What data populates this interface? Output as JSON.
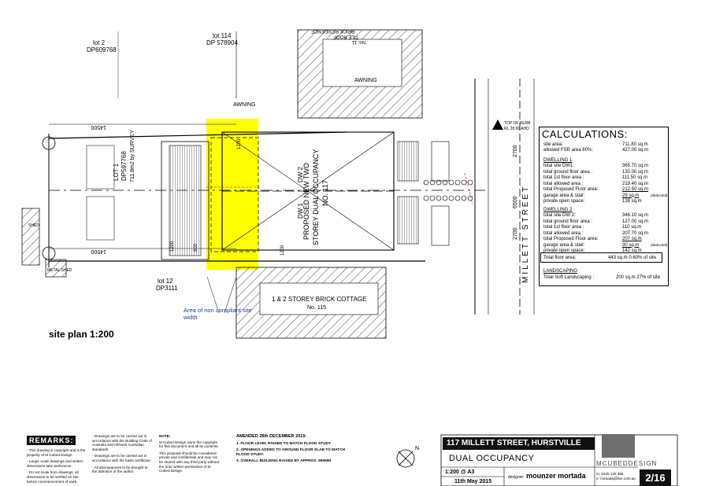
{
  "plan": {
    "lot_labels": {
      "lot2": "lot 2",
      "lot2_dp": "DP609768",
      "lot114": "lot 114",
      "lot114_dp": "DP 578904",
      "lot1": "LOT 1",
      "lot1_dp": "DP597768",
      "lot1_area": "711.8m2 by SURVEY",
      "lot12": "lot 12",
      "lot12_dp": "DP3111"
    },
    "brick_residence": "BRICK RESIDENCE",
    "tile_roof": "TILE ROOF",
    "no11": "No. 11",
    "awning_top": "AWNING",
    "awning_left": "AWNING",
    "cottage": "1 & 2 STOREY BRICK COTTAGE",
    "no115": "No. 115",
    "shed": "SHED",
    "metal_shed": "METAL SHED",
    "building_label1": "PROPOSED NEW TWO",
    "building_label2": "STOREY DUAL OCCUPANCY",
    "building_label3": "NO. 117",
    "dw1": "DW 1",
    "dw2": "DW 2",
    "street": "MILLETT STREET",
    "dim_top": "14500",
    "dim_bottom": "14500",
    "dim_street_total": "6500",
    "dim_street_a": "2700",
    "dim_street_b": "2700",
    "setback_1200a": "1200",
    "setback_1200b": "1200",
    "setback_1200c": "1200",
    "setback_900": "900",
    "top_of_kerb": "TOP OF KERB",
    "rl": "RL 28.96 AHD"
  },
  "annotation": {
    "note": "Area of non compliant site width",
    "highlight_color": "#ffff00"
  },
  "site_plan_label": "site plan  1:200",
  "calculations": {
    "title": "CALCULATIONS:",
    "site_area_label": "site area:",
    "site_area": "711.80 sq.m",
    "allowed_fsr_label": "allowed FSR area 60%:",
    "allowed_fsr": "427.00 sq.m",
    "dwelling1": {
      "heading": "DWELLING 1",
      "rows": [
        {
          "label": "total site DW1:",
          "value": "365.70 sq.m"
        },
        {
          "label": "total ground floor area :",
          "value": "130.00 sq.m"
        },
        {
          "label": "total 1st floor area :",
          "value": "111.50 sq.m"
        },
        {
          "label": "total allowed area :",
          "value": "219.40 sq.m"
        },
        {
          "label": "total Proposed Floor area:",
          "value": "212.50 sq.m"
        },
        {
          "label": "garage area & stair:",
          "value": "29 sq.m"
        },
        {
          "label": "private open space:",
          "value": "138 sq.m"
        }
      ],
      "deducted": "(deducted)"
    },
    "dwelling2": {
      "heading": "DWELLING 2",
      "rows": [
        {
          "label": "total site DW 2:",
          "value": "346.10 sq.m"
        },
        {
          "label": "total ground floor area :",
          "value": "127.00 sq.m"
        },
        {
          "label": "total 1st floor area :",
          "value": "110 sq.m"
        },
        {
          "label": "total allowed area :",
          "value": "207.70 sq.m"
        },
        {
          "label": "total Proposed Floor area:",
          "value": "207 sq.m"
        },
        {
          "label": "garage area & stair:",
          "value": "30 sq.m"
        },
        {
          "label": "private open space:",
          "value": "142 sq.m"
        }
      ],
      "deducted": "(deducted)"
    },
    "total_floor_label": "Total floor area:",
    "total_floor": "443 sq.m  0.60% of site",
    "landscaping_heading": "LANDSCAPING",
    "soft_label": "Total Soft Landscaping :",
    "soft_value": "200 sq.m  27% of site"
  },
  "remarks": {
    "title": "REMARKS:",
    "col1": [
      "- This drawing is copyright and is the property of M Cubed Design",
      "- Larger scale drawings and written dimensions take preference.",
      "- Do not scale from drawings, all dimensions to be verified on site before commencement of work."
    ],
    "col2": [
      "- Drawings are to be carried out in accordance with the Building Code of Australia and relevant Australian standards",
      "- Drawings are to be carried out in accordance with the basix certificate",
      "- All discrepancies to be brought to the attention of the author."
    ],
    "note_heading": "NOTE:",
    "col3": [
      "M Cubed Design owns the copyright for this document and all its contents.",
      "This proposal should be considered private and confidential and may not be shared with any third party without the prior written permission of M Cubed Design"
    ]
  },
  "amendments": {
    "heading": "AMENDED 28th DECEMBER 2015:",
    "items": [
      "1. FLOOR LEVEL RAISED TO MATCH FLOOD STUDY",
      "2. OPENINGS ADDED TO GROUND FLOOR SLAB TO MATCH FLOOD STUDY.",
      "3. OVERALL BUILDING RAISED BY APPROX. 550MM"
    ]
  },
  "title_block": {
    "address": "117 MILLETT STREET, HURSTVILLE",
    "project": "DUAL OCCUPANCY",
    "scale": "1:200 @ A3",
    "date": "11th May 2015",
    "designer_prefix": "designer:",
    "designer": "mounzer mortada",
    "phone": "m: 0425 125 358",
    "email": "e: mortada@live.com.au",
    "logo": "MCUBEDDESIGN",
    "sheet": "2/16"
  },
  "compass": "N"
}
